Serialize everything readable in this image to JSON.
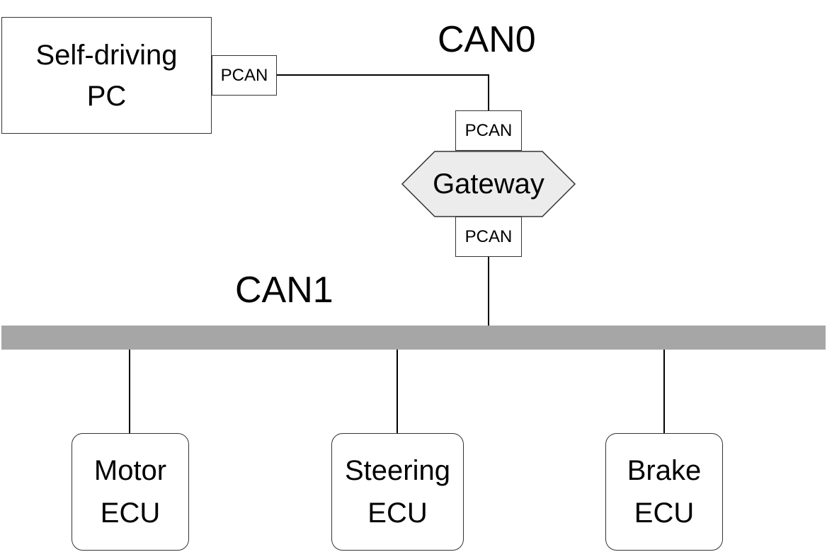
{
  "nodes": {
    "self_driving_pc": {
      "line1": "Self-driving",
      "line2": "PC"
    },
    "gateway": {
      "label": "Gateway",
      "fill": "#ececec"
    },
    "pcan_pc": {
      "label": "PCAN"
    },
    "pcan_gateway_top": {
      "label": "PCAN"
    },
    "pcan_gateway_bottom": {
      "label": "PCAN"
    },
    "motor_ecu": {
      "line1": "Motor",
      "line2": "ECU"
    },
    "steering_ecu": {
      "line1": "Steering",
      "line2": "ECU"
    },
    "brake_ecu": {
      "line1": "Brake",
      "line2": "ECU"
    }
  },
  "buses": {
    "can0": {
      "label": "CAN0"
    },
    "can1": {
      "label": "CAN1",
      "color": "#a6a6a6"
    }
  },
  "edges": [
    {
      "from": "pcan_pc",
      "to": "pcan_gateway_top",
      "bus": "can0"
    },
    {
      "from": "pcan_gateway_bottom",
      "to": "can1",
      "bus": "can1"
    },
    {
      "from": "can1",
      "to": "motor_ecu",
      "bus": "can1"
    },
    {
      "from": "can1",
      "to": "steering_ecu",
      "bus": "can1"
    },
    {
      "from": "can1",
      "to": "brake_ecu",
      "bus": "can1"
    }
  ]
}
